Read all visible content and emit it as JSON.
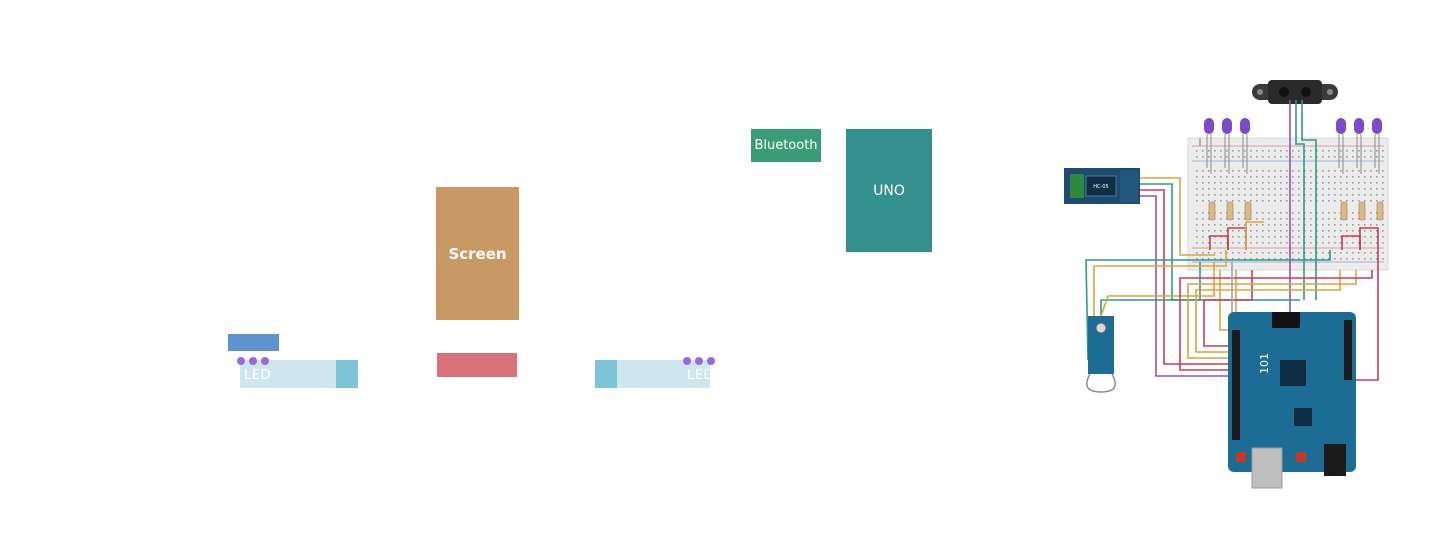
{
  "blocks": {
    "bluetooth": {
      "label": "Bluetooth",
      "color": "#3a9b77"
    },
    "uno": {
      "label": "UNO",
      "color": "#33908f"
    },
    "screen": {
      "label": "Screen",
      "color": "#c99965"
    },
    "small_blue": {
      "color": "#5d93cf"
    },
    "small_red": {
      "color": "#d9727a"
    }
  },
  "led_strips": {
    "left": {
      "label": "LED"
    },
    "right": {
      "label": "LED"
    }
  },
  "circuit": {
    "bt_module_label": "HC-05",
    "board_label": "101",
    "wire_colors": {
      "red": "#c53d5b",
      "orange": "#d9a441",
      "teal": "#2e9a8a",
      "purple": "#9a4fb5",
      "grey": "#9ea3a8"
    },
    "led_color": "#7d4bc6",
    "board_color": "#1d6c96",
    "breadboard_color": "#ececec"
  }
}
